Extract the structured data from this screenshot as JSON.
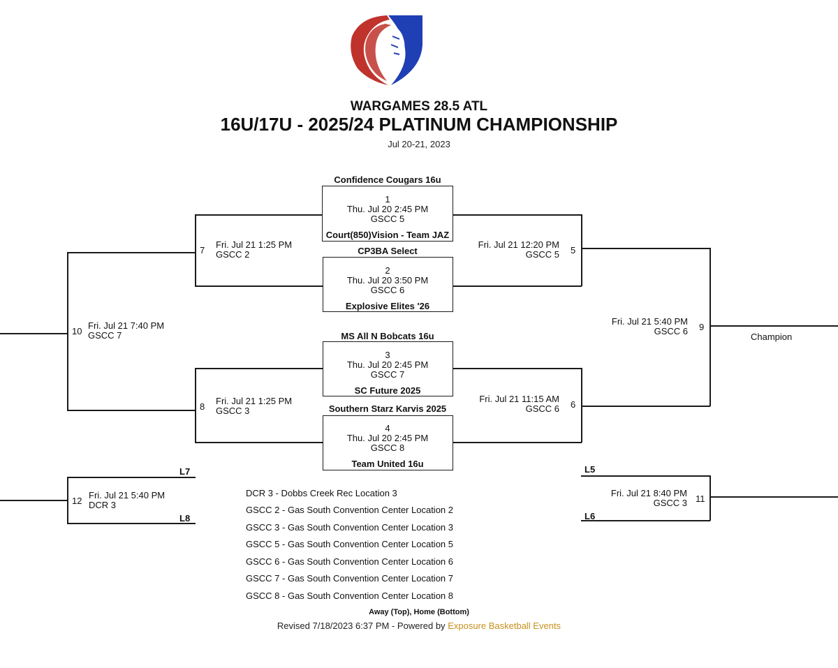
{
  "header": {
    "event": "WARGAMES 28.5 ATL",
    "division": "16U/17U - 2025/24 PLATINUM CHAMPIONSHIP",
    "dates": "Jul 20-21, 2023"
  },
  "colors": {
    "logo_red": "#c0322c",
    "logo_blue": "#1f3fb5",
    "link": "#c8901e"
  },
  "games": {
    "g1": {
      "number": "1",
      "time": "Thu. Jul 20 2:45 PM",
      "location": "GSCC 5",
      "away": "Confidence Cougars 16u",
      "home": "Court(850)Vision - Team JAZ"
    },
    "g2": {
      "number": "2",
      "time": "Thu. Jul 20 3:50 PM",
      "location": "GSCC 6",
      "away": "CP3BA Select",
      "home": "Explosive Elites '26"
    },
    "g3": {
      "number": "3",
      "time": "Thu. Jul 20 2:45 PM",
      "location": "GSCC 7",
      "away": "MS All N Bobcats 16u",
      "home": "SC Future 2025"
    },
    "g4": {
      "number": "4",
      "time": "Thu. Jul 20 2:45 PM",
      "location": "GSCC 8",
      "away": "Southern Starz Karvis 2025",
      "home": "Team United 16u"
    },
    "g5": {
      "number": "5",
      "time": "Fri. Jul 21 12:20 PM",
      "location": "GSCC 5"
    },
    "g6": {
      "number": "6",
      "time": "Fri. Jul 21 11:15 AM",
      "location": "GSCC 6"
    },
    "g7": {
      "number": "7",
      "time": "Fri. Jul 21 1:25 PM",
      "location": "GSCC 2"
    },
    "g8": {
      "number": "8",
      "time": "Fri. Jul 21 1:25 PM",
      "location": "GSCC 3"
    },
    "g9": {
      "number": "9",
      "time": "Fri. Jul 21 5:40 PM",
      "location": "GSCC 6"
    },
    "g10": {
      "number": "10",
      "time": "Fri. Jul 21 7:40 PM",
      "location": "GSCC 7"
    },
    "g11": {
      "number": "11",
      "time": "Fri. Jul 21 8:40 PM",
      "location": "GSCC 3",
      "top": "L5",
      "bottom": "L6"
    },
    "g12": {
      "number": "12",
      "time": "Fri. Jul 21 5:40 PM",
      "location": "DCR 3",
      "top": "L7",
      "bottom": "L8"
    }
  },
  "champion_label": "Champion",
  "locations": [
    "DCR 3 - Dobbs Creek Rec Location 3",
    "GSCC 2 - Gas South Convention Center Location 2",
    "GSCC 3 - Gas South Convention Center Location 3",
    "GSCC 5 - Gas South Convention Center Location 5",
    "GSCC 6 - Gas South Convention Center Location 6",
    "GSCC 7 - Gas South Convention Center Location 7",
    "GSCC 8 - Gas South Convention Center Location 8"
  ],
  "footer": {
    "note": "Away (Top), Home (Bottom)",
    "revised": "Revised 7/18/2023 6:37 PM - Powered by ",
    "powered_link": "Exposure Basketball Events"
  }
}
